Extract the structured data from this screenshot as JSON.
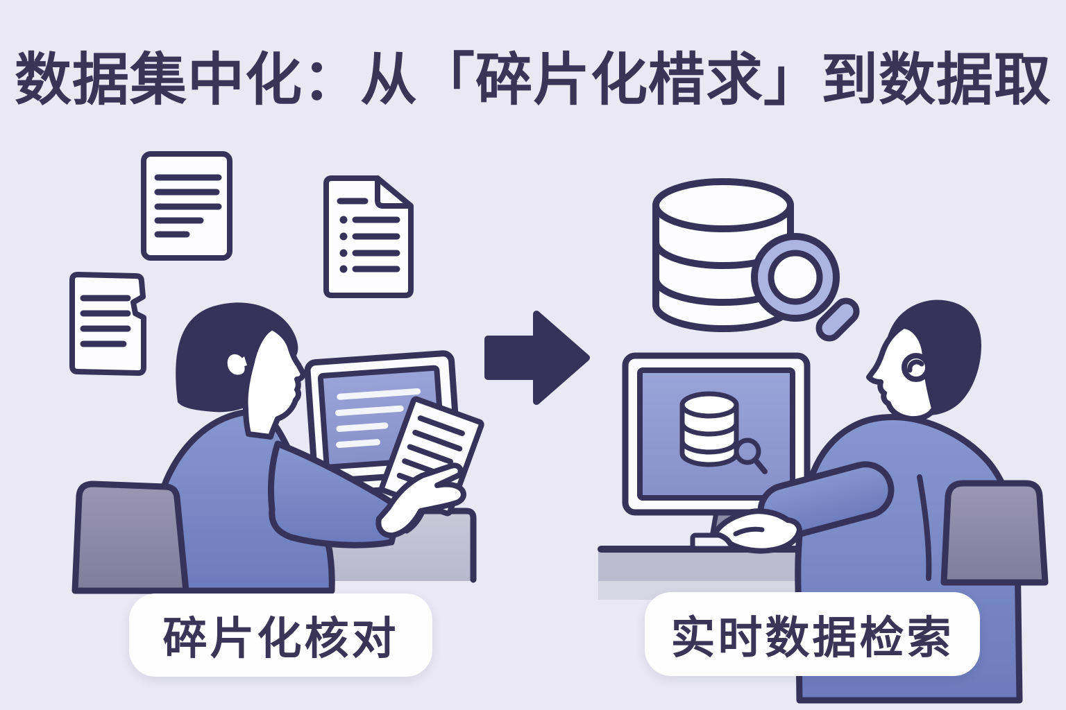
{
  "title": "数据集中化：从「碎片化棤求」到数据取",
  "scenes": {
    "left": {
      "caption": "碎片化核对",
      "person": "man-reading-paper-at-desk",
      "icons": [
        "document-icon",
        "document-checklist-icon",
        "document-torn-icon",
        "laptop-icon",
        "paper-sheet-icon",
        "chair-icon",
        "desk-icon"
      ]
    },
    "right": {
      "caption": "实时数据检索",
      "person": "man-at-computer-desk",
      "icons": [
        "database-icon",
        "magnifier-icon",
        "monitor-icon",
        "database-search-screen-icon",
        "keyboard-icon",
        "chair-icon",
        "desk-icon"
      ]
    }
  },
  "transition": {
    "icon": "arrow-right-icon",
    "direction": "right"
  },
  "colors": {
    "background": "#e9e8f3",
    "outline": "#37325a",
    "title_text": "#3a3457",
    "sweater_blue": "#7587c4",
    "screen_blue": "#8e9ad1",
    "magnifier_blue": "#abb5e0",
    "chair_gray": "#8f8caa",
    "desk_gray": "#c2c3d4",
    "label_background": "#ffffff"
  }
}
